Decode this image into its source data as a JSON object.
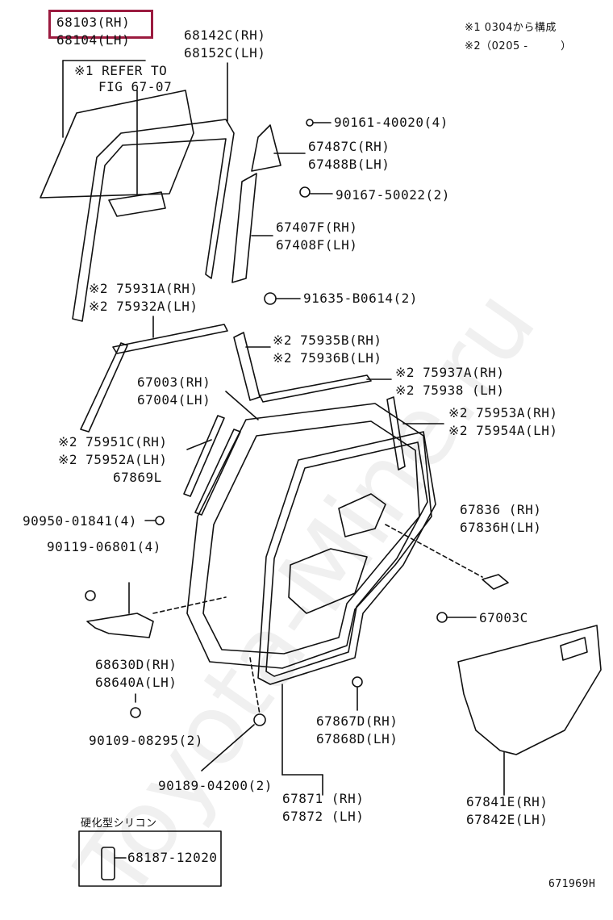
{
  "notes": {
    "n1": "※1 0304から構成",
    "n2": "※2（0205 -　　　）"
  },
  "labels": {
    "p68103": "68103(RH)",
    "p68104": "68104(LH)",
    "refer1": "※1 REFER TO",
    "refer2": "FIG 67-07",
    "p68142C": "68142C(RH)",
    "p68152C": "68152C(LH)",
    "p90161": "90161-40020(4)",
    "p67487C": "67487C(RH)",
    "p67488B": "67488B(LH)",
    "p90167": "90167-50022(2)",
    "p67407F": "67407F(RH)",
    "p67408F": "67408F(LH)",
    "p91635": "91635-B0614(2)",
    "p75931A": "※2 75931A(RH)",
    "p75932A": "※2 75932A(LH)",
    "p75935B": "※2 75935B(RH)",
    "p75936B": "※2 75936B(LH)",
    "p67003": "67003(RH)",
    "p67004": "67004(LH)",
    "p75937A": "※2 75937A(RH)",
    "p75938": "※2 75938 (LH)",
    "p75953A": "※2 75953A(RH)",
    "p75954A": "※2 75954A(LH)",
    "p75951C": "※2 75951C(RH)",
    "p75952A": "※2 75952A(LH)",
    "p67869L": "67869L",
    "p90950": "90950-01841(4)",
    "p67836": "67836 (RH)",
    "p67836H": "67836H(LH)",
    "p90119": "90119-06801(4)",
    "p67003C": "67003C",
    "p68630D": "68630D(RH)",
    "p68640A": "68640A(LH)",
    "p67867D": "67867D(RH)",
    "p67868D": "67868D(LH)",
    "p90109": "90109-08295(2)",
    "p90189": "90189-04200(2)",
    "p67871": "67871 (RH)",
    "p67872": "67872 (LH)",
    "p67841E": "67841E(RH)",
    "p67842E": "67842E(LH)",
    "silicone_title": "硬化型シリコン",
    "p68187": "68187-12020",
    "fig_id": "671969H"
  },
  "watermark": "Toyota-Mine.ru",
  "colors": {
    "highlight": "#9b1b3f",
    "line": "#111111"
  }
}
